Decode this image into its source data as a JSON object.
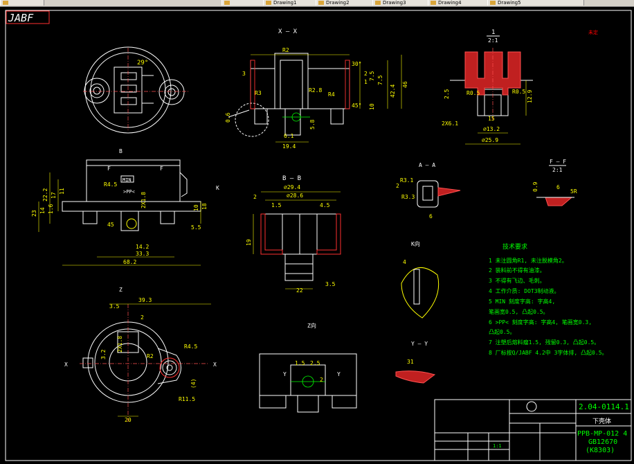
{
  "taskbar": {
    "items": [
      {
        "label": "",
        "icon": "folder-icon"
      },
      {
        "label": "",
        "icon": "window-icon"
      },
      {
        "label": "Drawing1",
        "icon": "drawing-icon"
      },
      {
        "label": "Drawing2",
        "icon": "drawing-icon"
      },
      {
        "label": "Drawing3",
        "icon": "drawing-icon"
      },
      {
        "label": "Drawing4",
        "icon": "drawing-icon"
      },
      {
        "label": "Drawing5",
        "icon": "drawing-icon"
      }
    ]
  },
  "logo": "JABF",
  "colors": {
    "background": "#000000",
    "line": "#ffffff",
    "dimension": "#ffff00",
    "annotation": "#00ff00",
    "hatch": "#ff3030",
    "center": "#ff5050",
    "tag": "#ff0000"
  },
  "views": {
    "x_x": "X — X",
    "b_b": "B — B",
    "a_a": "A — A",
    "f_f": "F — F",
    "f_f_scale": "2:1",
    "k": "K向",
    "y_y": "Y — Y",
    "z": "Z向",
    "detail_1": "1",
    "detail_1_scale": "2:1",
    "tag": "未定"
  },
  "dims": {
    "d29": "29°",
    "r2": "R2",
    "d3": "3",
    "d30": "30°",
    "d2": "2",
    "d1": "1",
    "d75": "7.5",
    "d75b": "7.5",
    "d42": "42.4",
    "d46": "46",
    "r3": "R3",
    "r2b": "R2.8",
    "r4": "R4",
    "d45": "45°",
    "d10": "10",
    "d06": "0.6",
    "d61": "6.1",
    "d58": "5.8",
    "d194": "19.4",
    "d25": "2.5",
    "r05": "R0.5",
    "r05b": "R0.5",
    "d129": "12.9",
    "d15": "15",
    "d2x61": "2X6.1",
    "d132": "⌀13.2",
    "d259": "⌀25.9",
    "d299": "⌀29.4",
    "d286": "⌀28.6",
    "d15b": "1.5",
    "d45b": "4.5",
    "d19": "19",
    "d22": "22",
    "d35": "3.5",
    "d2b": "2",
    "r31": "R3.1",
    "r33": "R3.3",
    "d6": "6",
    "d4": "4",
    "d09": "0.9",
    "d6b": "6",
    "r5": "5R",
    "d1_5": "1.5",
    "d25b": "2.5",
    "d2c": "2",
    "d2d": "2",
    "r45": "R4.5",
    "d222": "22.2",
    "d17": "17",
    "d11": "11",
    "d23": "23",
    "d14": "14",
    "d16": "1.6",
    "d18": "18",
    "d55": "5.5",
    "d10b": "10",
    "d45c": "45",
    "d142": "14.2",
    "d393": "33.3",
    "d687": "68.2",
    "d393b": "39.3",
    "d35b": "3.5",
    "d2e": "2",
    "r45b": "R4.5",
    "d32": "3.2",
    "r2c": "R2",
    "r115": "R11.5",
    "d4b": "(4)",
    "d20": "20",
    "d31": "31",
    "d2x": "2X1.8",
    "min": "MIN",
    "pp": ">PP<",
    "b_label": "B",
    "f_label": "F",
    "f_label2": "F",
    "k_label": "K",
    "x_label": "X",
    "x_label2": "X",
    "z_label": "Z",
    "y_label": "Y",
    "y_label2": "Y"
  },
  "notes": {
    "heading": "技术要求",
    "lines": [
      "1 未注圆角R1,    未注脱模角2。",
      "2 装料前不得有油漆。",
      "3 不得有飞边、毛刺。",
      "4 工作介质: DOT3制动液。",
      "5 MIN 刻度字高: 字高4,",
      "    笔画宽0.5,    凸起0.5。",
      "6 >PP<    刻度字高: 字高4,    笔画宽0.3,",
      "    凸起0.5。",
      "7 注塑后熔料瘤1.5, 残留0.3, 凸起0.5。",
      "8 厂标按Q/JABF 4.2中    3字体排, 凸起0.5。"
    ]
  },
  "titleblock": {
    "code": "2.04-0114.1",
    "name": "下壳体",
    "material": "PPB-MP-012 4",
    "standard": "GB12670",
    "alt": "(K8303)",
    "scale": "1:1"
  }
}
